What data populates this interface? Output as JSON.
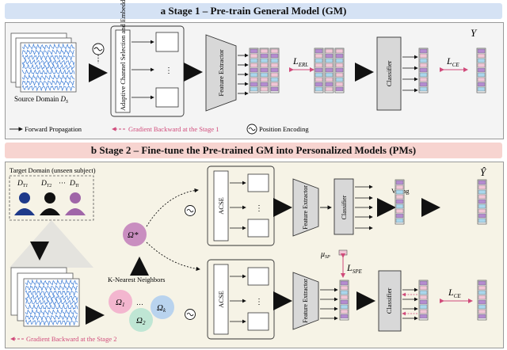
{
  "stage1": {
    "title": "a Stage 1 – Pre-train General Model (GM)",
    "source_domain": "Source Domain",
    "source_symbol": "D",
    "source_sub": "S",
    "acse_full": "Adaptive Channel Selection and Embedding (ACSE)",
    "feature_extractor": "Feature Extractor",
    "loss_erl": "L",
    "loss_erl_sub": "ERL",
    "classifier": "Classifier",
    "loss_ce": "L",
    "loss_ce_sub": "CE",
    "y_label": "Y",
    "legend_forward": "Forward Propagation",
    "legend_gradient": "Gradient Backward at the Stage 1",
    "legend_position": "Position Encoding"
  },
  "stage2": {
    "title": "b Stage 2 – Fine-tune the Pre-trained GM into Personalized Models (PMs)",
    "target_domain": "Target Domain (unseen subject)",
    "dt1": "D",
    "dt1_sub": "T1",
    "dt2": "D",
    "dt2_sub": "T2",
    "dots": "···",
    "dti": "D",
    "dti_sub": "Ti",
    "omega_star": "Ω*",
    "knn": "K-Nearest Neighbors",
    "omega_1": "Ω",
    "omega_1_sub": "1",
    "omega_2": "Ω",
    "omega_2_sub": "2",
    "omega_k": "Ω",
    "omega_k_sub": "k",
    "acse": "ACSE",
    "feature_extractor": "Feature Extractor",
    "classifier": "Classifier",
    "voting": "Voting",
    "y_hat": "Ŷ",
    "mu": "μ",
    "mu_sub": "SP",
    "loss_spe": "L",
    "loss_spe_sub": "SPE",
    "loss_ce": "L",
    "loss_ce_sub": "CE",
    "legend_gradient": "Gradient Backward at the Stage 2"
  },
  "colors": {
    "banner1": "#d5e2f4",
    "banner2": "#f7d4d0",
    "panel1": "#f4f4f4",
    "panel2": "#f6f3e6",
    "eeg": "#3a7bd5",
    "token_purple": "#b48bd0",
    "token_pink": "#f1c6d6",
    "token_blue": "#a9d6ec",
    "gradient": "#d04a7a",
    "person_blue": "#1e3a8a",
    "person_black": "#111111",
    "person_purple": "#a066a8",
    "omega_pink": "#f3b6cf",
    "omega_green": "#bfe6d4",
    "omega_blue": "#b9d3ee"
  }
}
